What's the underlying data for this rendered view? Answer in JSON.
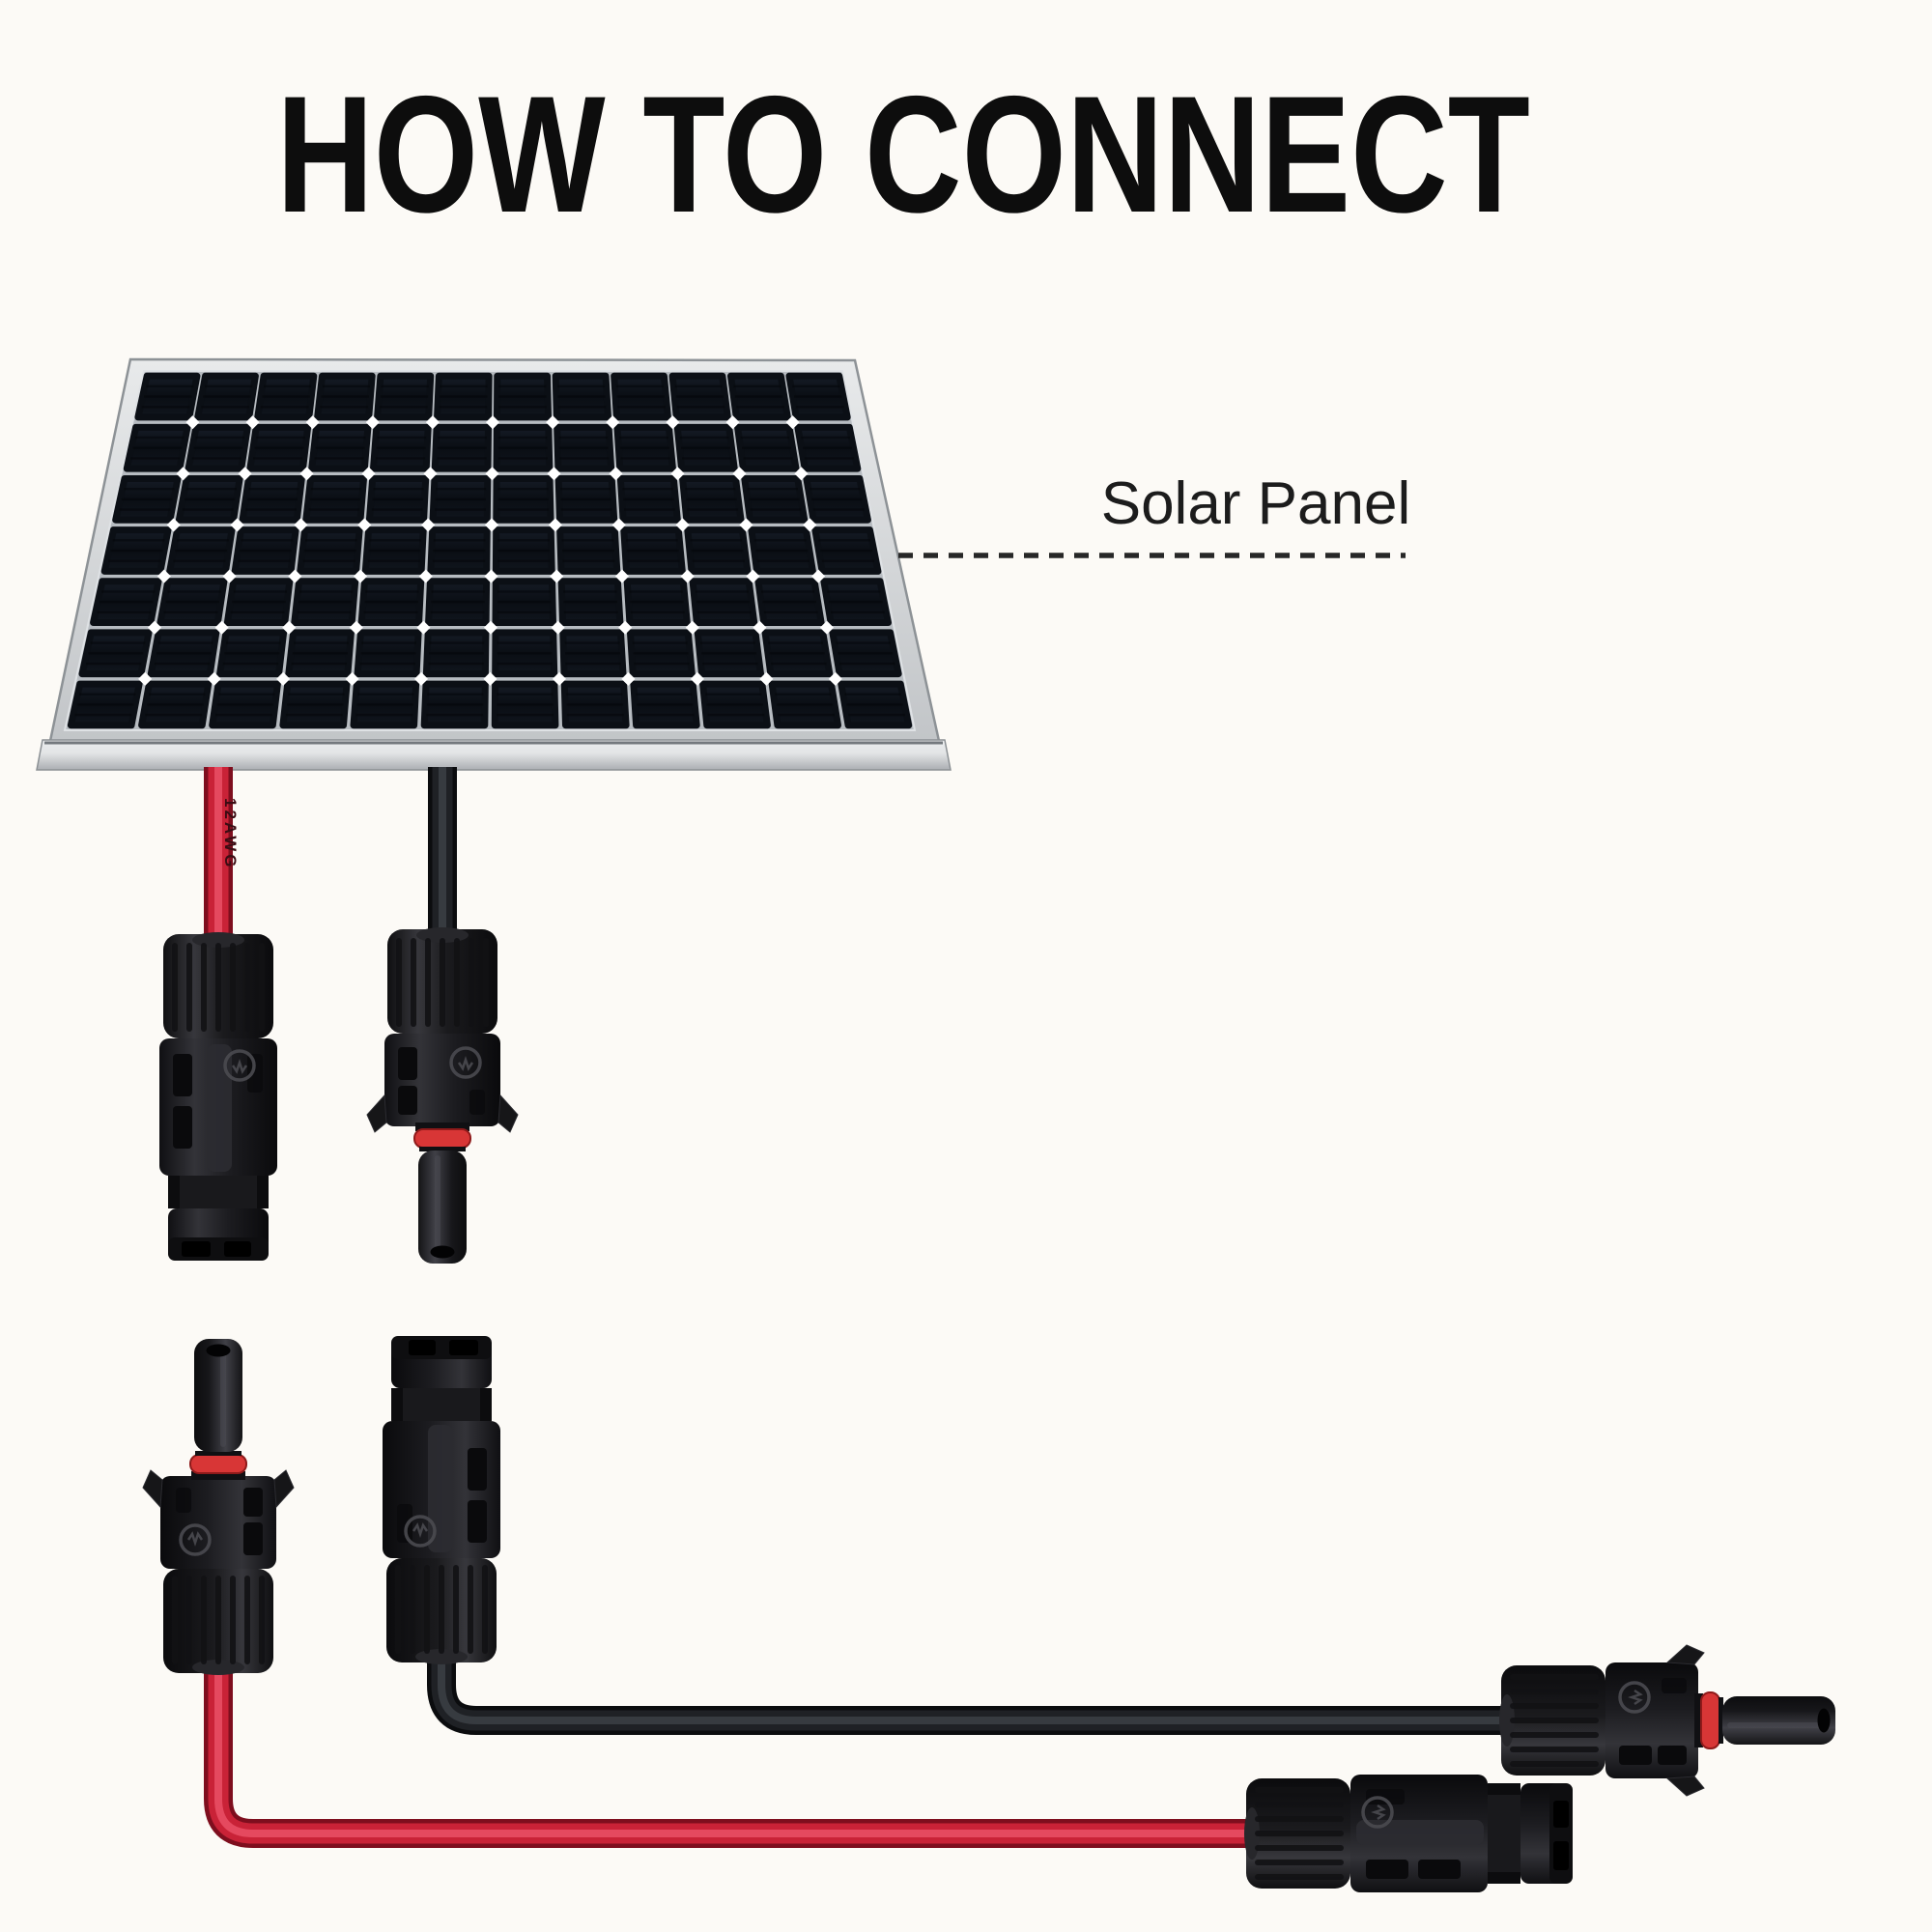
{
  "page": {
    "background": "#fcfaf6"
  },
  "title": {
    "text": "HOW TO CONNECT",
    "color": "#0d0d0d"
  },
  "labels": {
    "solar_panel": "Solar Panel"
  },
  "leader": {
    "color": "#272727"
  },
  "panel": {
    "cols": 12,
    "rows": 7,
    "frame_light": "#e8eaeb",
    "frame_dark": "#c2c5c8",
    "frame_edge": "#8d9296",
    "backsheet": "#b7bcc1",
    "cell_dark": "#0a0e14",
    "cell_mid": "#151b25",
    "cell_line": "#04060a",
    "diamond": "#ffffff",
    "rail_light": "#e2e4e5",
    "rail_dark": "#abaeb2"
  },
  "cables": {
    "red": {
      "name": "pv-cable-red-positive",
      "marking": "12AWG",
      "marking_color": "#3a0c13",
      "dark": "#7e0e1e",
      "main": "#c92237",
      "highlight": "#ea5066"
    },
    "black": {
      "name": "pv-cable-black-negative",
      "dark": "#0b0c0e",
      "main": "#1f2125",
      "highlight": "#3c3f45"
    }
  },
  "connectors": {
    "oring": "#d83636",
    "oring_edge": "#8f1a1a",
    "body_dark": "#0f0f11",
    "body_light": "#37373c",
    "body_mid": "#1a1a1d",
    "logo_ring": "#4a4a50",
    "items": [
      {
        "name": "mc4-female-connector-from-panel",
        "type": "female"
      },
      {
        "name": "mc4-male-connector-from-panel",
        "type": "male"
      },
      {
        "name": "mc4-male-connector-extension-red",
        "type": "male"
      },
      {
        "name": "mc4-female-connector-extension-black",
        "type": "female"
      },
      {
        "name": "mc4-male-connector-cable-end-black",
        "type": "male"
      },
      {
        "name": "mc4-female-connector-cable-end-red",
        "type": "female"
      }
    ]
  }
}
